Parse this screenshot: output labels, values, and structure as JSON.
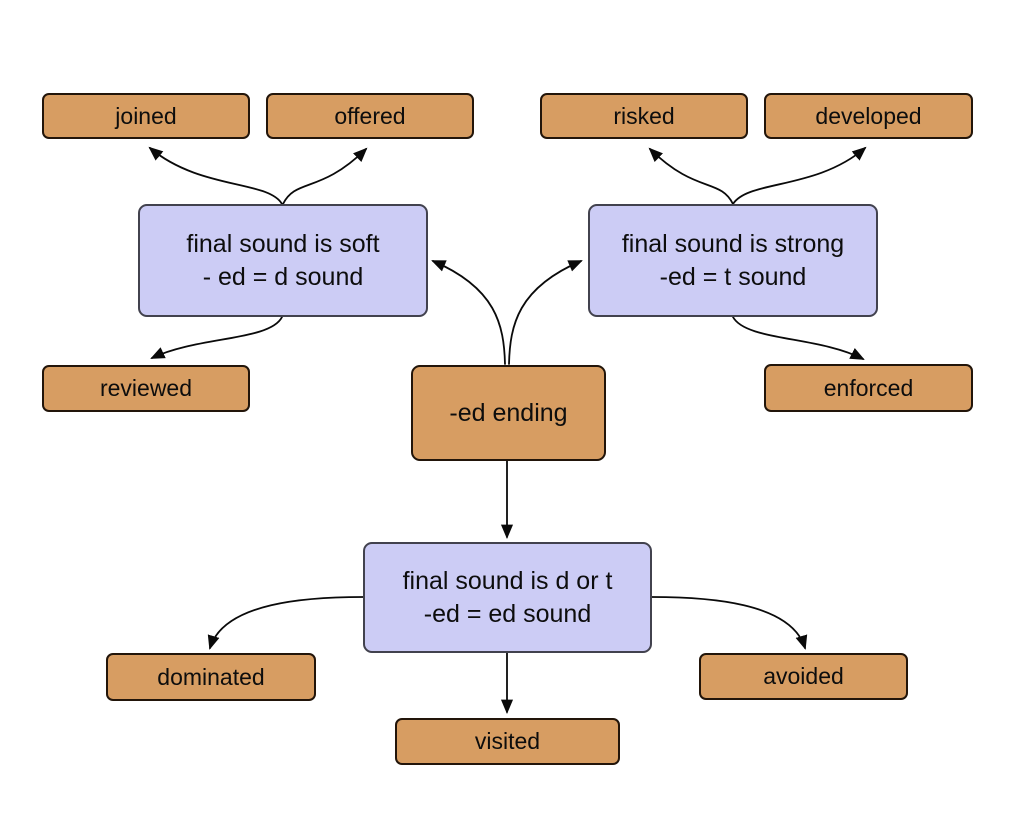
{
  "root": {
    "label": "-ed ending"
  },
  "rules": {
    "soft": {
      "line1": "final sound is soft",
      "line2": "- ed = d sound"
    },
    "strong": {
      "line1": "final sound is strong",
      "line2": "-ed = t sound"
    },
    "dt": {
      "line1": "final sound is d or t",
      "line2": "-ed = ed sound"
    }
  },
  "words": {
    "joined": "joined",
    "offered": "offered",
    "risked": "risked",
    "developed": "developed",
    "reviewed": "reviewed",
    "enforced": "enforced",
    "dominated": "dominated",
    "avoided": "avoided",
    "visited": "visited"
  },
  "edges": [
    {
      "from": "ed-ending",
      "to": "final-sound-is-soft"
    },
    {
      "from": "ed-ending",
      "to": "final-sound-is-strong"
    },
    {
      "from": "ed-ending",
      "to": "final-sound-is-d-or-t"
    },
    {
      "from": "final-sound-is-soft",
      "to": "joined"
    },
    {
      "from": "final-sound-is-soft",
      "to": "offered"
    },
    {
      "from": "final-sound-is-soft",
      "to": "reviewed"
    },
    {
      "from": "final-sound-is-strong",
      "to": "risked"
    },
    {
      "from": "final-sound-is-strong",
      "to": "developed"
    },
    {
      "from": "final-sound-is-strong",
      "to": "enforced"
    },
    {
      "from": "final-sound-is-d-or-t",
      "to": "dominated"
    },
    {
      "from": "final-sound-is-d-or-t",
      "to": "visited"
    },
    {
      "from": "final-sound-is-d-or-t",
      "to": "avoided"
    }
  ],
  "colors": {
    "background": "#ffffff",
    "text": "#0d0d0d",
    "word_fill": "#d79d62",
    "word_border": "#22150a",
    "rule_fill": "#ccccf5",
    "rule_border": "#42424e",
    "arrow": "#0a0a0a"
  }
}
